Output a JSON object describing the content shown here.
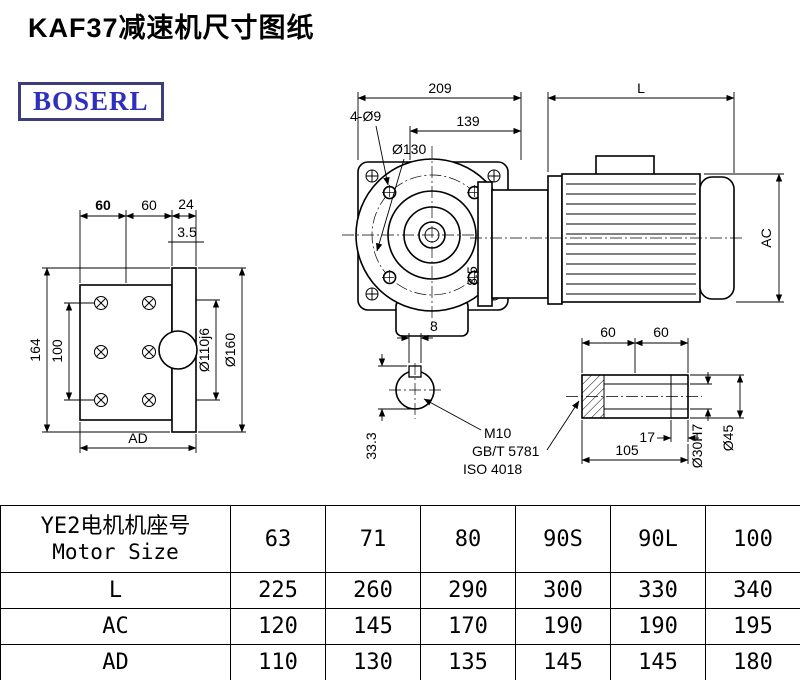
{
  "page": {
    "title": "KAF37减速机尺寸图纸",
    "brand": "BOSERL"
  },
  "drawing": {
    "front": {
      "w209": "209",
      "w139": "139",
      "bolts": "4-Ø9",
      "bc": "Ø130",
      "gap": "8.5"
    },
    "motor": {
      "len": "L",
      "height": "AC"
    },
    "left": {
      "s60a": "60",
      "s60b": "60",
      "s24": "24",
      "s35": "3.5",
      "h164": "164",
      "h100": "100",
      "ad": "AD",
      "d110": "Ø110j6",
      "d160": "Ø160"
    },
    "section": {
      "key_w": "8",
      "key_h": "33.3",
      "m10": "M10",
      "gbt": "GB/T 5781",
      "iso": "ISO 4018"
    },
    "shaft": {
      "s60a": "60",
      "s60b": "60",
      "s17": "17",
      "s105": "105",
      "d30": "Ø30H7",
      "d45": "Ø45"
    }
  },
  "table": {
    "motor_size_label_cn": "YE2电机机座号",
    "motor_size_label_en": "Motor Size",
    "columns": [
      "63",
      "71",
      "80",
      "90S",
      "90L",
      "100"
    ],
    "rows": [
      {
        "label": "L",
        "values": [
          "225",
          "260",
          "290",
          "300",
          "330",
          "340"
        ]
      },
      {
        "label": "AC",
        "values": [
          "120",
          "145",
          "170",
          "190",
          "190",
          "195"
        ]
      },
      {
        "label": "AD",
        "values": [
          "110",
          "130",
          "135",
          "145",
          "145",
          "180"
        ]
      }
    ]
  }
}
